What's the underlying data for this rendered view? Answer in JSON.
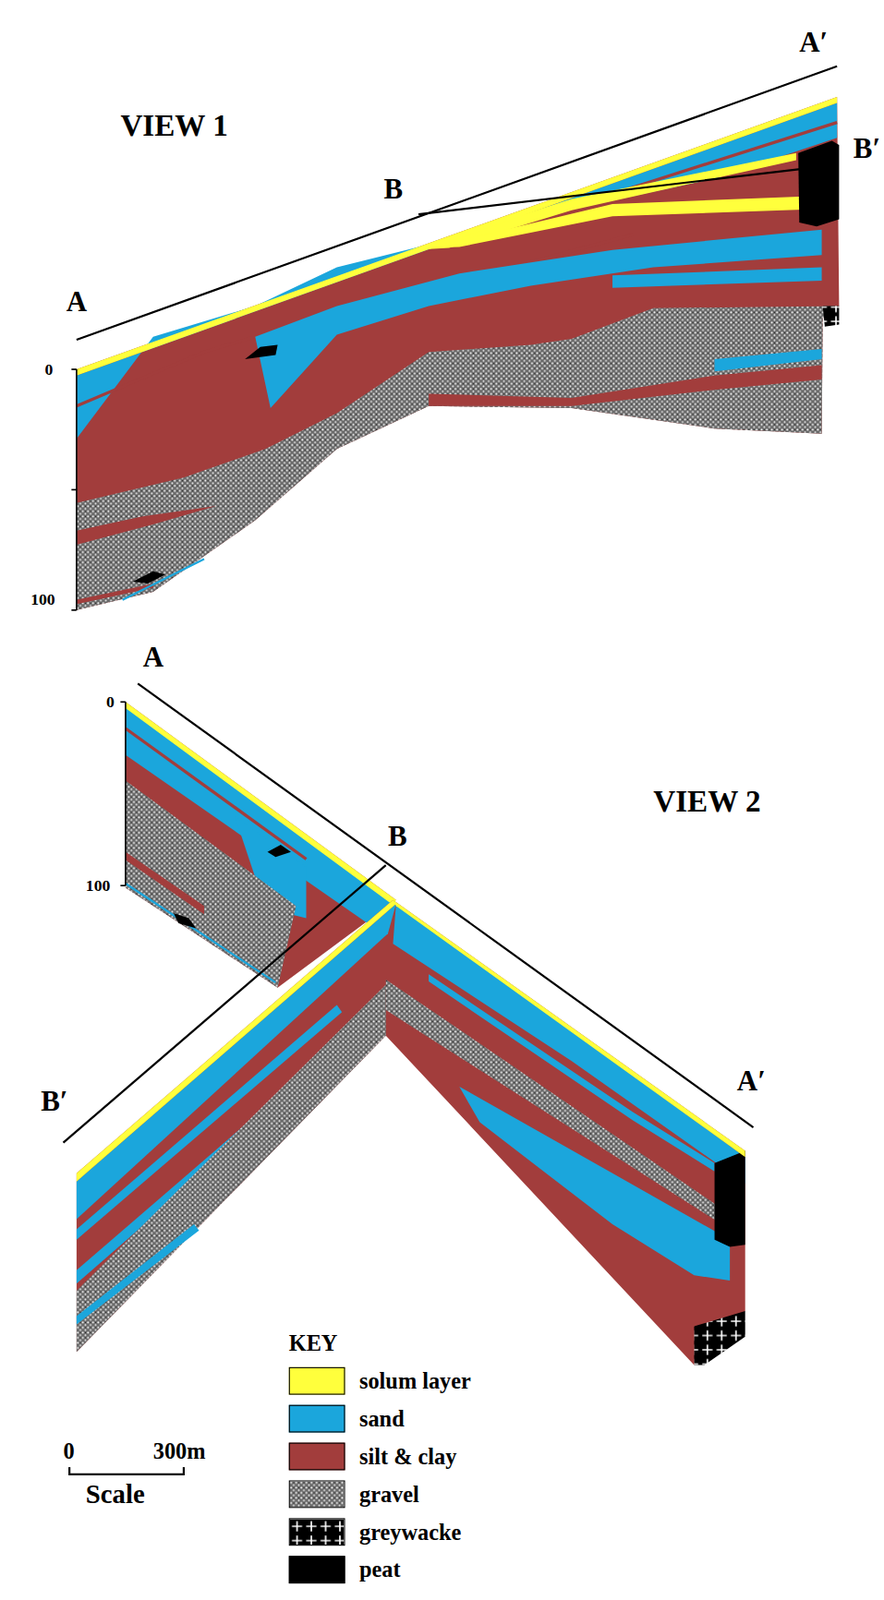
{
  "diagram": {
    "labels": [
      "VIEW 1",
      "A",
      "B",
      "A′",
      "B′",
      "0",
      "100",
      "VIEW 2",
      "A",
      "B",
      "B′",
      "A′",
      "0",
      "100",
      "KEY",
      "0",
      "300m",
      "Scale"
    ],
    "legend": [
      {
        "text": "solum layer",
        "color": "#ffff3c"
      },
      {
        "text": "sand",
        "color": "#1ba6dc"
      },
      {
        "text": "silt & clay",
        "color": "#a23d3c"
      },
      {
        "text": "gravel"
      },
      {
        "text": "greywacke"
      },
      {
        "text": "peat",
        "color": "#000000"
      }
    ]
  }
}
